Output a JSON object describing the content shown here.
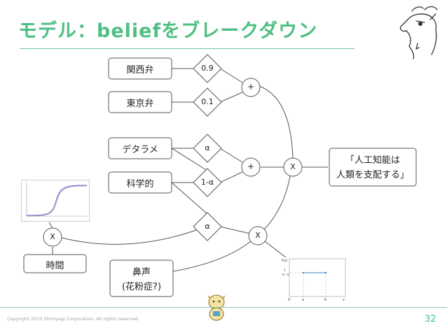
{
  "title": "モデル：beliefをブレークダウン",
  "footer": {
    "copyright": "Copyright 2015 Shiroyagi Corporation. All rights reserved.",
    "page_number": "32"
  },
  "diagram": {
    "boxes": {
      "kansai": "関西弁",
      "tokyo": "東京弁",
      "detarame": "デタラメ",
      "kagakuteki": "科学的",
      "jikan": "時間",
      "bisei_line1": "鼻声",
      "bisei_line2": "(花粉症?)",
      "output_line1": "「人工知能は",
      "output_line2": "人類を支配する」"
    },
    "weights": {
      "w_kansai": "0.9",
      "w_tokyo": "0.1",
      "w_detarame": "α",
      "w_kagakuteki": "1-α",
      "w_time": "α"
    },
    "operators": {
      "plus_top": "+",
      "plus_mid": "+",
      "times_main": "X",
      "times_bottom": "X",
      "times_time": "X"
    }
  },
  "icons": [
    "goat-mascot-icon",
    "small-mascot-icon",
    "sigmoid-plot-thumbnail",
    "step-plot-thumbnail"
  ]
}
